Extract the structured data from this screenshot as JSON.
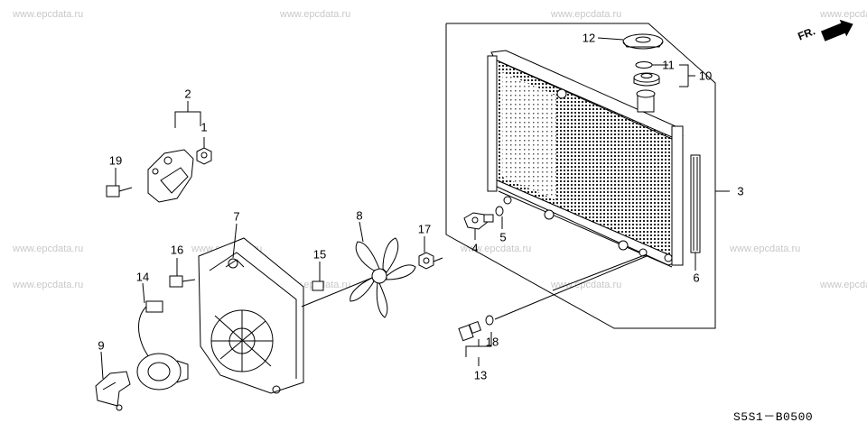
{
  "watermark": "www.epcdata.ru",
  "diagram_code": "S5S1－B0500",
  "direction_label": "FR.",
  "callouts": [
    "1",
    "2",
    "3",
    "4",
    "5",
    "6",
    "7",
    "8",
    "9",
    "10",
    "11",
    "12",
    "13",
    "14",
    "15",
    "16",
    "17",
    "18",
    "19"
  ]
}
